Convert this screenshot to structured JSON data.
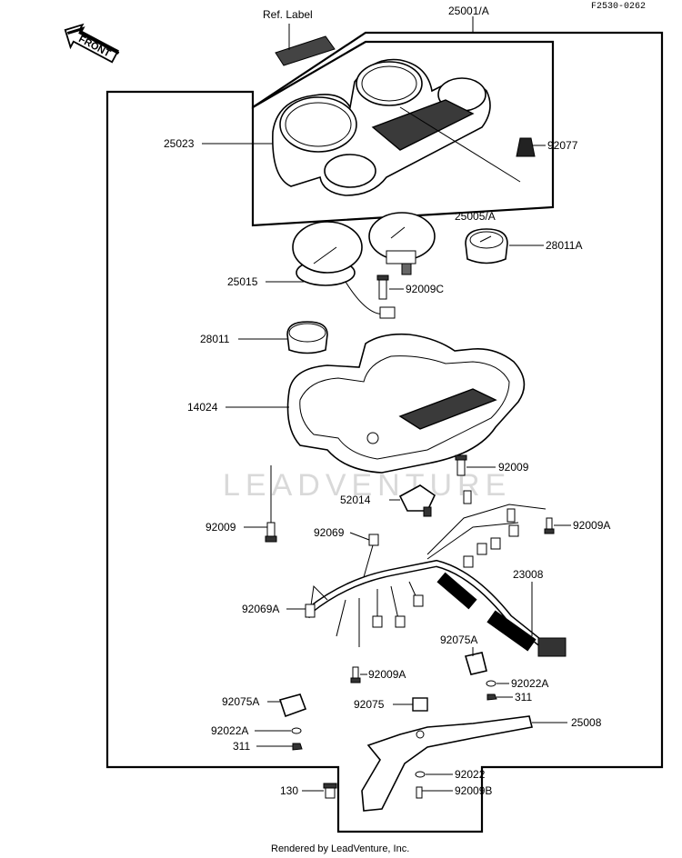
{
  "diagram_code": "F2530-0262",
  "front_label": "FRONT",
  "watermark": "LEADVENTURE",
  "footer": "Rendered by LeadVenture, Inc.",
  "labels": {
    "ref_label": "Ref. Label",
    "p25001A": "25001/A",
    "p25023": "25023",
    "p92077": "92077",
    "p25005A": "25005/A",
    "p28011A": "28011A",
    "p25015": "25015",
    "p92009C": "92009C",
    "p28011": "28011",
    "p14024": "14024",
    "p92009_right": "92009",
    "p52014": "52014",
    "p92009_left": "92009",
    "p92069": "92069",
    "p92009A_right": "92009A",
    "p23008": "23008",
    "p92069A": "92069A",
    "p92075A_right": "92075A",
    "p92009A_mid": "92009A",
    "p92022A_right": "92022A",
    "p311_right": "311",
    "p92075A_left": "92075A",
    "p92075": "92075",
    "p25008": "25008",
    "p92022A_left": "92022A",
    "p311_left": "311",
    "p92022": "92022",
    "p130": "130",
    "p92009B": "92009B"
  }
}
